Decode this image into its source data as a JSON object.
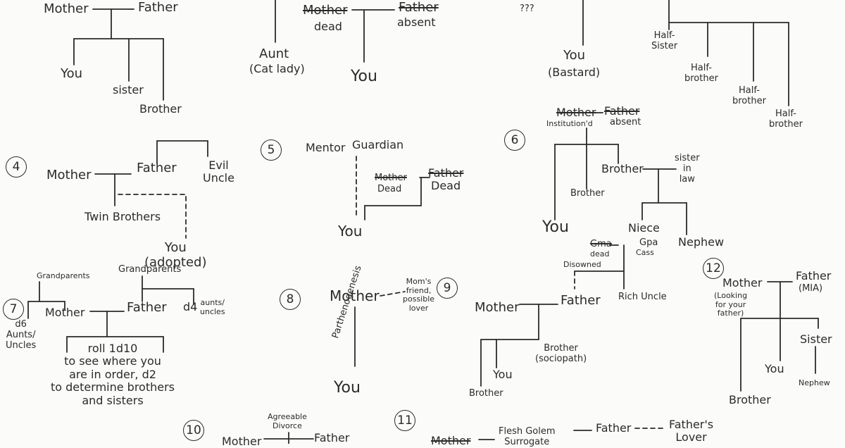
{
  "c1": {
    "mother": "Mother",
    "father": "Father",
    "you": "You",
    "sister": "sister",
    "brother": "Brother"
  },
  "c2": {
    "aunt": "Aunt",
    "aunt_note": "(Cat lady)",
    "mother": "Mother",
    "mother_note": "dead",
    "father": "Father",
    "father_note": "absent",
    "you": "You"
  },
  "c3": {
    "unknown": "???",
    "you": "You",
    "you_note": "(Bastard)",
    "half_sister": "Half-\nSister",
    "half_brother_1": "Half-\nbrother",
    "half_brother_2": "Half-\nbrother",
    "half_brother_3": "Half-\nbrother"
  },
  "c4": {
    "number": "4",
    "mother": "Mother",
    "father": "Father",
    "uncle": "Evil\nUncle",
    "twins": "Twin Brothers",
    "you": "You\n(adopted)"
  },
  "c5": {
    "number": "5",
    "mentor": "Mentor",
    "guardian": "Guardian",
    "mother": "Mother",
    "mother_note": "Dead",
    "father": "Father",
    "father_note": "Dead",
    "you": "You"
  },
  "c6": {
    "number": "6",
    "mother": "Mother",
    "mother_note": "Institution'd",
    "father": "Father",
    "father_note": "absent",
    "you": "You",
    "brother_1": "Brother",
    "brother_2": "Brother",
    "sister_in_law": "sister\nin\nlaw",
    "niece": "Niece",
    "nephew": "Nephew"
  },
  "c7": {
    "number": "7",
    "grandparents_1": "Grandparents",
    "grandparents_2": "Grandparents",
    "aunts_left": "d6\nAunts/\nUncles",
    "aunts_right": "aunts/\nuncles",
    "d4": "d4",
    "mother": "Mother",
    "father": "Father",
    "roll_text": "roll 1d10\nto see where you\nare in order, d2\nto determine brothers\nand sisters"
  },
  "c8": {
    "number": "8",
    "mother": "Mother",
    "lover": "Mom's\nfriend,\npossible\nlover",
    "parthenogenesis": "Parthenogenesis",
    "you": "You"
  },
  "c9": {
    "number": "9",
    "gma": "Gma",
    "gma_note": "dead",
    "gpa": "Gpa",
    "gpa_note": "Cass",
    "disowned": "Disowned",
    "rich_uncle": "Rich Uncle",
    "mother": "Mother",
    "father": "Father",
    "brother_left": "Brother",
    "you": "You",
    "brother_right": "Brother\n(sociopath)"
  },
  "c10": {
    "number": "10",
    "divorce": "Agreeable\nDivorce",
    "mother": "Mother",
    "father": "Father"
  },
  "c11": {
    "number": "11",
    "mother": "Mother",
    "golem": "Flesh Golem\nSurrogate",
    "father": "Father",
    "lover": "Father's\nLover"
  },
  "c12": {
    "number": "12",
    "mother": "Mother",
    "mother_note": "(Looking\nfor your\nfather)",
    "father": "Father",
    "father_note": "(MIA)",
    "sister": "Sister",
    "you": "You",
    "nephew": "Nephew",
    "brother": "Brother"
  }
}
